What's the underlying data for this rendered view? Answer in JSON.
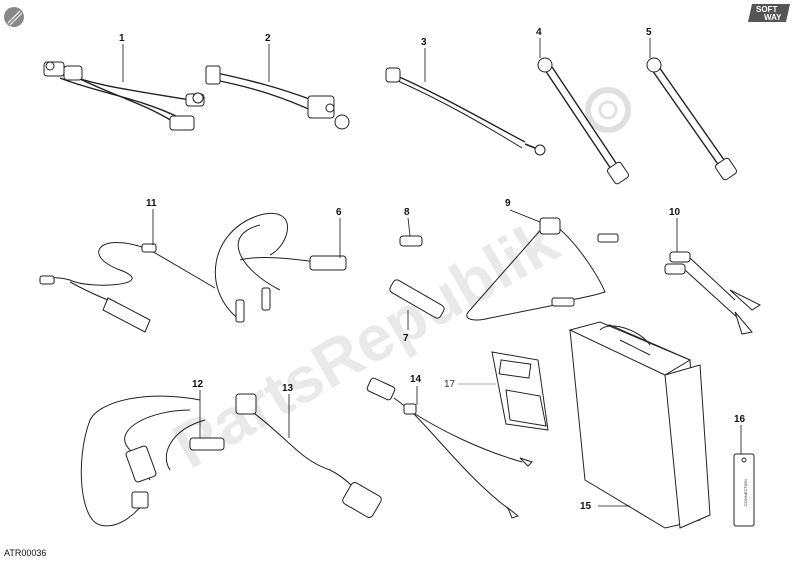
{
  "diagram_code": "ATR00036",
  "watermark": "PartsRepublik",
  "brand_logo": {
    "line1": "SOFT",
    "line2": "WAY"
  },
  "tag_label": "CONNECTION",
  "callouts": [
    {
      "id": "c1",
      "label": "1"
    },
    {
      "id": "c2",
      "label": "2"
    },
    {
      "id": "c3",
      "label": "3"
    },
    {
      "id": "c4",
      "label": "4"
    },
    {
      "id": "c5",
      "label": "5"
    },
    {
      "id": "c6",
      "label": "6"
    },
    {
      "id": "c7",
      "label": "7"
    },
    {
      "id": "c8",
      "label": "8"
    },
    {
      "id": "c9",
      "label": "9"
    },
    {
      "id": "c10",
      "label": "10"
    },
    {
      "id": "c11",
      "label": "11"
    },
    {
      "id": "c12",
      "label": "12"
    },
    {
      "id": "c13",
      "label": "13"
    },
    {
      "id": "c14",
      "label": "14"
    },
    {
      "id": "c15",
      "label": "15"
    },
    {
      "id": "c16",
      "label": "16"
    },
    {
      "id": "c17",
      "label": "17"
    }
  ]
}
